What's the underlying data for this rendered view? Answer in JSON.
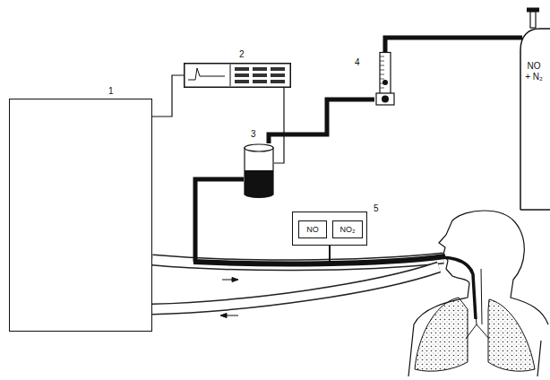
{
  "diagram": {
    "nodes": [
      {
        "text": [
          "1"
        ]
      },
      {
        "text": [
          "2"
        ]
      },
      {
        "text": [
          "3"
        ]
      },
      {
        "text": [
          "4"
        ]
      },
      {
        "text": [
          "NO + N₂"
        ]
      },
      {
        "text": [
          "5"
        ]
      },
      {
        "text": [
          "NO"
        ],
        "in": 5
      },
      {
        "text": [
          "NO₂"
        ],
        "in": 5
      }
    ],
    "edges": [
      {
        "from": 0,
        "to": 1,
        "arrow": "none"
      },
      {
        "from": 1,
        "to": 2,
        "arrow": "none"
      },
      {
        "from": 4,
        "to": 3,
        "arrow": "none"
      },
      {
        "from": 3,
        "to": 2,
        "arrow": "none"
      }
    ]
  }
}
